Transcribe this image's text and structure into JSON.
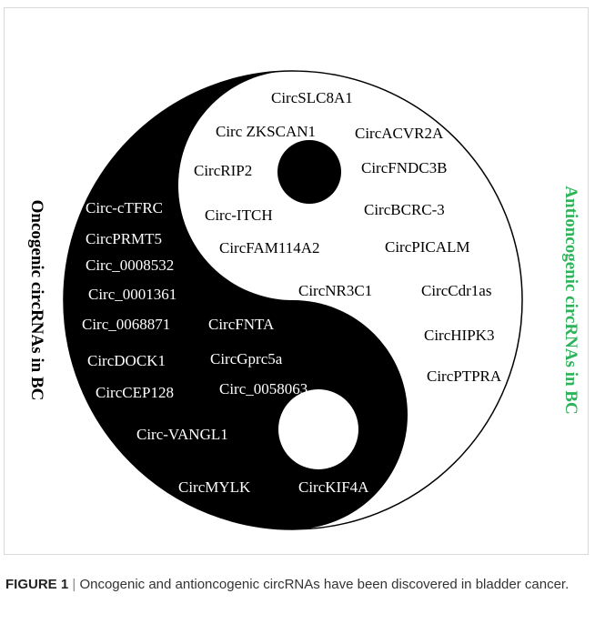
{
  "left_label": "Oncogenic circRNAs in BC",
  "right_label": "Antioncogenic circRNAs in BC",
  "colors": {
    "oncogenic": "#000000",
    "antioncogenic_label": "#2db45a",
    "background": "#ffffff"
  },
  "oncogenic_circrnas": [
    "Circ-cTFRC",
    "CircPRMT5",
    "Circ_0008532",
    "Circ_0001361",
    "Circ_0068871",
    "CircFNTA",
    "CircDOCK1",
    "CircGprc5a",
    "CircCEP128",
    "Circ_0058063",
    "Circ-VANGL1",
    "CircMYLK",
    "CircKIF4A"
  ],
  "antioncogenic_circrnas": [
    "CircSLC8A1",
    "Circ ZKSCAN1",
    "CircACVR2A",
    "CircRIP2",
    "CircFNDC3B",
    "Circ-ITCH",
    "CircBCRC-3",
    "CircFAM114A2",
    "CircPICALM",
    "CircNR3C1",
    "CircCdr1as",
    "CircHIPK3",
    "CircPTPRA"
  ],
  "caption": {
    "number": "FIGURE 1",
    "separator": "|",
    "text": "Oncogenic and antioncogenic circRNAs have been discovered in bladder cancer."
  }
}
